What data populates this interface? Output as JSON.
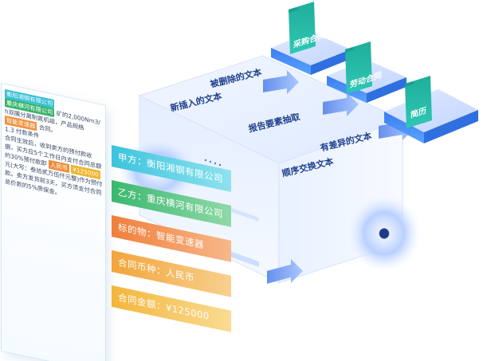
{
  "top_face_labels": {
    "deleted": "被删除的文本",
    "inserted": "新插入的文本",
    "extraction": "报告要素抽取",
    "different": "有差异的文本",
    "reordered": "顺序交换文本"
  },
  "document_types": [
    "采购合同",
    "劳动合同",
    "简历"
  ],
  "document_text": {
    "highlight_party_a": "衡阳湘钢有限公司",
    "highlight_party_b": "重庆横河有限公司",
    "body_1": "矿的2,000Nm3/h双膜分离制氮机组，产品规格",
    "highlight_subject": "智能变速器",
    "body_2": "合同。",
    "body_3": "1.3 付款条件",
    "body_4": "合同生效后，收到卖方的预付款收据，买方应5个工作日内支付合同总额的30%预付款即",
    "highlight_currency": "人民币",
    "highlight_amount": "¥125000",
    "body_5": "元(大写：叁拾贰万伍仟元整)作为预付款。卖方发货前3天，买方须支付合同总价款的5%质保金。"
  },
  "fields": [
    {
      "label": "甲方：衡阳湘钢有限公司",
      "color": "#3cc4dd"
    },
    {
      "label": "乙方：重庆横河有限公司",
      "color": "#3ab86e"
    },
    {
      "label": "标的物：智能变速器",
      "color": "#f07f3a"
    },
    {
      "label": "合同币种：人民币",
      "color": "#f2a53a"
    },
    {
      "label": "合同金额：¥125000",
      "color": "#f4b63c"
    }
  ]
}
